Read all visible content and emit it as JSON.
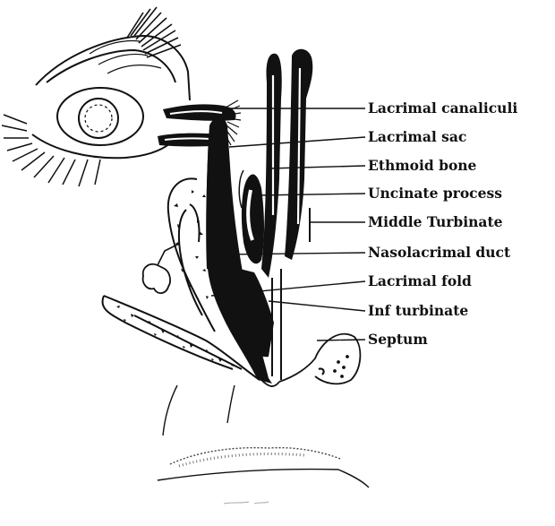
{
  "labels": {
    "lacrimal_canaliculi": "Lacrimal canaliculi",
    "lacrimal_sac": "Lacrimal sac",
    "ethmoid_bone": "Ethmoid bone",
    "uncinate_process": "Uncinate process",
    "middle_turbinate": "Middle Turbinate",
    "nasolacrimal_duct": "Nasolacrimal duct",
    "lacrimal_fold": "Lacrimal fold",
    "inf_turbinate": "Inf turbinate",
    "septum": "Septum"
  },
  "colors": {
    "ink": "#111111",
    "paper": "#ffffff",
    "stipple": "#555555"
  }
}
